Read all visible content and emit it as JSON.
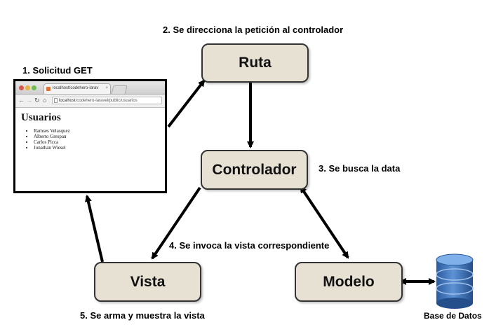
{
  "steps": {
    "step1": "1. Solicitud GET",
    "step2": "2. Se direcciona la petición al controlador",
    "step3": "3. Se busca la data",
    "step4": "4. Se invoca la vista correspondiente",
    "step5": "5. Se arma y muestra la vista"
  },
  "nodes": {
    "ruta": "Ruta",
    "controlador": "Controlador",
    "vista": "Vista",
    "modelo": "Modelo",
    "database": "Base de Datos"
  },
  "browser": {
    "tab_title": "localhost/codehero-larav",
    "url_host": "localhost",
    "url_path": "/codehero-laravel/public/usuarios",
    "heading": "Usuarios",
    "users": [
      "Ramses Velasquez",
      "Alberto Grespan",
      "Carlos Picca",
      "Jonathan Wiesel"
    ]
  },
  "colors": {
    "node_fill": "#e6e1d3",
    "database_blue": "#3b6fb4"
  }
}
